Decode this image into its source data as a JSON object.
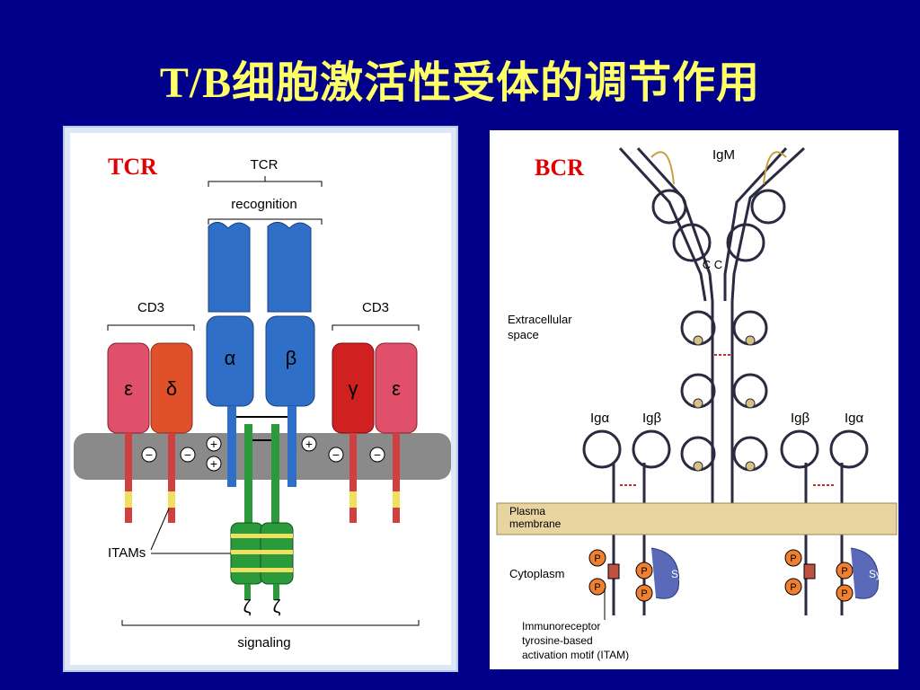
{
  "slide": {
    "title": "T/B细胞激活性受体的调节作用"
  },
  "tcr_panel": {
    "panel_label": "TCR",
    "tcr_header": "TCR",
    "recognition": "recognition",
    "cd3_left": "CD3",
    "cd3_right": "CD3",
    "alpha": "α",
    "beta": "β",
    "epsilon_left": "ε",
    "delta": "δ",
    "gamma": "γ",
    "epsilon_right": "ε",
    "zeta_left": "ζ",
    "zeta_right": "ζ",
    "itams": "ITAMs",
    "signaling": "signaling",
    "plus": "+",
    "minus": "−",
    "colors": {
      "alpha_beta": "#2f6fc8",
      "epsilon": "#e0506a",
      "delta": "#e0502a",
      "gamma": "#d02020",
      "zeta": "#2a9a3a",
      "itam": "#f0e060",
      "membrane": "#8a8a8a"
    }
  },
  "bcr_panel": {
    "panel_label": "BCR",
    "igm": "IgM",
    "cc": "C C",
    "extracellular": "Extracellular space",
    "ig_alpha_left": "Igα",
    "ig_beta_left": "Igβ",
    "ig_beta_right": "Igβ",
    "ig_alpha_right": "Igα",
    "plasma_membrane": "Plasma membrane",
    "cytoplasm": "Cytoplasm",
    "syk": "Syk",
    "p": "P",
    "itam_caption_1": "Immunoreceptor",
    "itam_caption_2": "tyrosine-based",
    "itam_caption_3": "activation motif (ITAM)",
    "colors": {
      "membrane": "#e8d4a0",
      "phospho": "#f08030",
      "syk": "#5a6ab8",
      "itam_box": "#c05040"
    }
  }
}
